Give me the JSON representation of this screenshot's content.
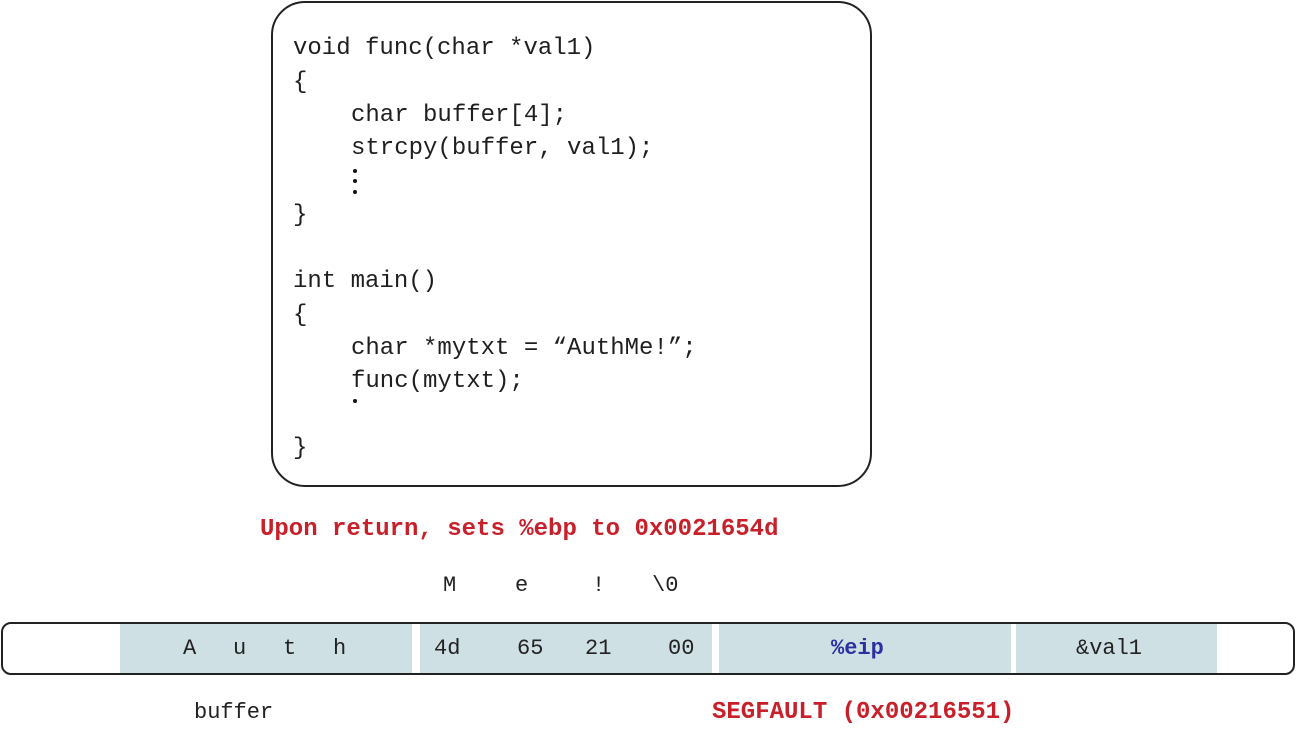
{
  "code": {
    "lines": [
      "void func(char *val1)",
      "{",
      "char buffer[4];",
      "strcpy(buffer, val1);",
      "}",
      "int main()",
      "{",
      "char *mytxt = “AuthMe!”;",
      "func(mytxt);",
      "}"
    ]
  },
  "annotations": {
    "ebp_note": "Upon return, sets %ebp to 0x0021654d",
    "segfault_note": "SEGFAULT (0x00216551)"
  },
  "overflow_chars": [
    "M",
    "e",
    "!",
    "\\0"
  ],
  "stack": {
    "buffer_chars": [
      "A",
      "u",
      "t",
      "h"
    ],
    "ebp_bytes": [
      "4d",
      "65",
      "21",
      "00"
    ],
    "eip_label": "%eip",
    "val1_label": "&val1",
    "buffer_label": "buffer"
  },
  "colors": {
    "cell_fill": "#cfe0e5",
    "alert_red": "#c8202a",
    "eip_blue": "#2b2fa0",
    "border": "#222222"
  }
}
